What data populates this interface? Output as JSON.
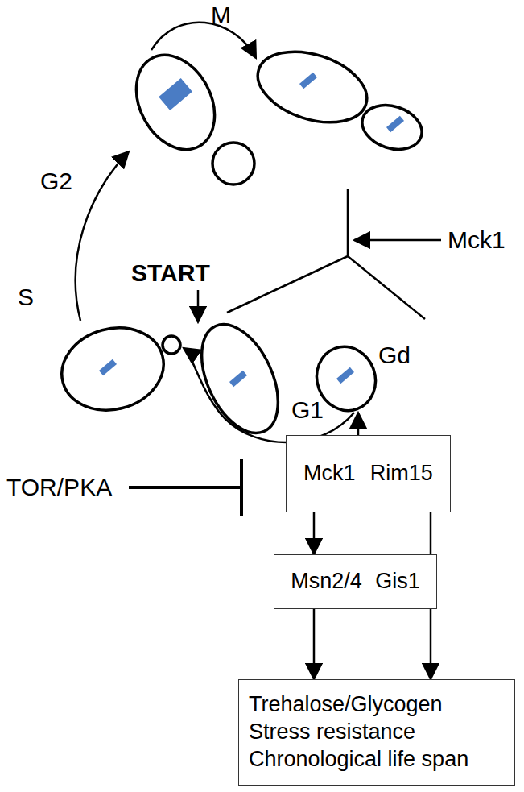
{
  "diagram": {
    "nodes": [
      {
        "text": [
          "Mck1",
          "Rim15"
        ]
      },
      {
        "text": [
          "Msn2/4",
          "Gis1"
        ]
      },
      {
        "text": [
          "Trehalose/Glycogen",
          "Stress resistance",
          "Chronological life span"
        ]
      }
    ],
    "edges": [
      {
        "from": 0,
        "to": 1,
        "arrow": "to"
      },
      {
        "from": 1,
        "to": 2,
        "arrow": "to"
      },
      {
        "from": 0,
        "to": 2,
        "arrow": "to"
      }
    ],
    "labels": [
      "M",
      "G2",
      "S",
      "START",
      "G1",
      "Gd",
      "Mck1",
      "TOR/PKA"
    ]
  }
}
